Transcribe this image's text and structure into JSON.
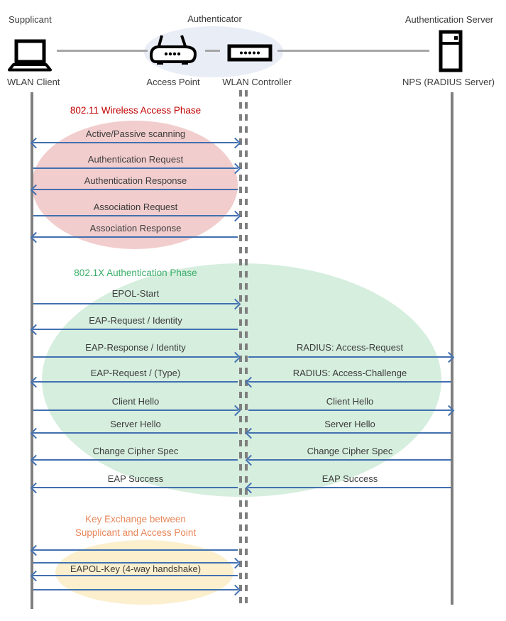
{
  "header": {
    "supplicant": {
      "title": "Supplicant",
      "device": "WLAN Client",
      "icon": "laptop-icon"
    },
    "authenticator": {
      "title": "Authenticator",
      "access_point": "Access Point",
      "access_point_icon": "access-point-icon",
      "wlan_controller": "WLAN Controller",
      "wlan_controller_icon": "wlan-controller-icon"
    },
    "auth_server": {
      "title": "Authentication Server",
      "device": "NPS (RADIUS Server)",
      "icon": "server-icon"
    }
  },
  "phases": [
    {
      "title": "802.11 Wireless Access Phase",
      "title_color": "#c00000",
      "ellipse_color": "#f2cdcd"
    },
    {
      "title": "802.1X Authentication Phase",
      "title_color": "#3bae6a",
      "ellipse_color": "#d6eede"
    },
    {
      "title_line1": "Key Exchange between",
      "title_line2": "Supplicant and Access Point",
      "title_color": "#e8875a",
      "ellipse_color": "#fbefcd"
    }
  ],
  "messages": [
    {
      "left_label": "Active/Passive scanning",
      "segment": "client-controller",
      "direction": "both"
    },
    {
      "left_label": "Authentication Request",
      "segment": "client-controller",
      "direction": "right"
    },
    {
      "left_label": "Authentication Response",
      "segment": "client-controller",
      "direction": "left"
    },
    {
      "left_label": "Association Request",
      "segment": "client-controller",
      "direction": "right"
    },
    {
      "left_label": "Association Response",
      "segment": "client-controller",
      "direction": "left"
    },
    {
      "left_label": "EPOL-Start",
      "segment": "client-controller",
      "direction": "right"
    },
    {
      "left_label": "EAP-Request / Identity",
      "segment": "client-controller",
      "direction": "left"
    },
    {
      "left_label": "EAP-Response / Identity",
      "right_label": "RADIUS: Access-Request",
      "segment": "both",
      "direction": "right"
    },
    {
      "left_label": "EAP-Request / (Type)",
      "right_label": "RADIUS: Access-Challenge",
      "segment": "both",
      "direction": "left"
    },
    {
      "left_label": "Client Hello",
      "right_label": "Client Hello",
      "segment": "both",
      "direction": "right"
    },
    {
      "left_label": "Server Hello",
      "right_label": "Server Hello",
      "segment": "both",
      "direction": "left"
    },
    {
      "left_label": "Change Cipher Spec",
      "right_label": "Change Cipher Spec",
      "segment": "both",
      "direction": "left"
    },
    {
      "left_label": "EAP Success",
      "right_label": "EAP Success",
      "segment": "both",
      "direction": "left"
    },
    {
      "segment": "client-controller",
      "direction": "left"
    },
    {
      "segment": "client-controller",
      "direction": "right"
    },
    {
      "left_label": "EAPOL-Key (4-way handshake)",
      "segment": "client-controller",
      "direction": "left"
    },
    {
      "segment": "client-controller",
      "direction": "right"
    }
  ],
  "colors": {
    "arrow": "#4170b0",
    "lifeline": "#7f7f7f",
    "connector": "#a6a6a6",
    "authenticator_ellipse": "#e9edf6",
    "text": "#3b3b3b"
  }
}
